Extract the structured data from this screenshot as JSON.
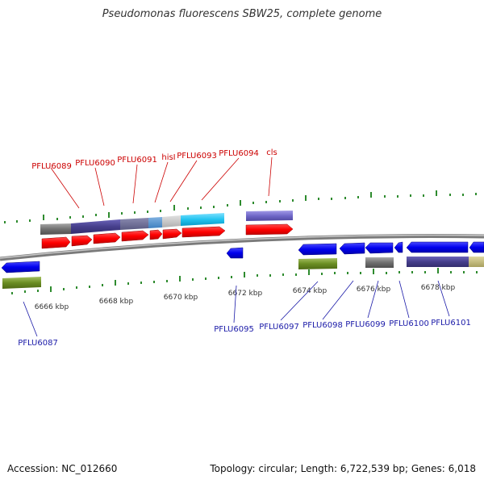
{
  "title": "Pseudomonas fluorescens SBW25, complete genome",
  "footer": {
    "accession": "Accession: NC_012660",
    "summary": "Topology: circular; Length: 6,722,539 bp; Genes: 6,018"
  },
  "colors": {
    "forward_label": "#cc0000",
    "reverse_label": "#1a1aa8",
    "tick": "#2e8b2e",
    "forward_cds": "#ff0000",
    "reverse_cds": "#0000ee",
    "backbone": "#999999"
  },
  "scale": {
    "labels": [
      "6666 kbp",
      "6668 kbp",
      "6670 kbp",
      "6672 kbp",
      "6674 kbp",
      "6676 kbp",
      "6678 kbp"
    ]
  },
  "genes": {
    "forward": [
      "PFLU6089",
      "PFLU6090",
      "PFLU6091",
      "hisI",
      "PFLU6093",
      "PFLU6094",
      "cls"
    ],
    "reverse": [
      "PFLU6087",
      "PFLU6095",
      "PFLU6097",
      "PFLU6098",
      "PFLU6099",
      "PFLU6100",
      "PFLU6101"
    ]
  }
}
